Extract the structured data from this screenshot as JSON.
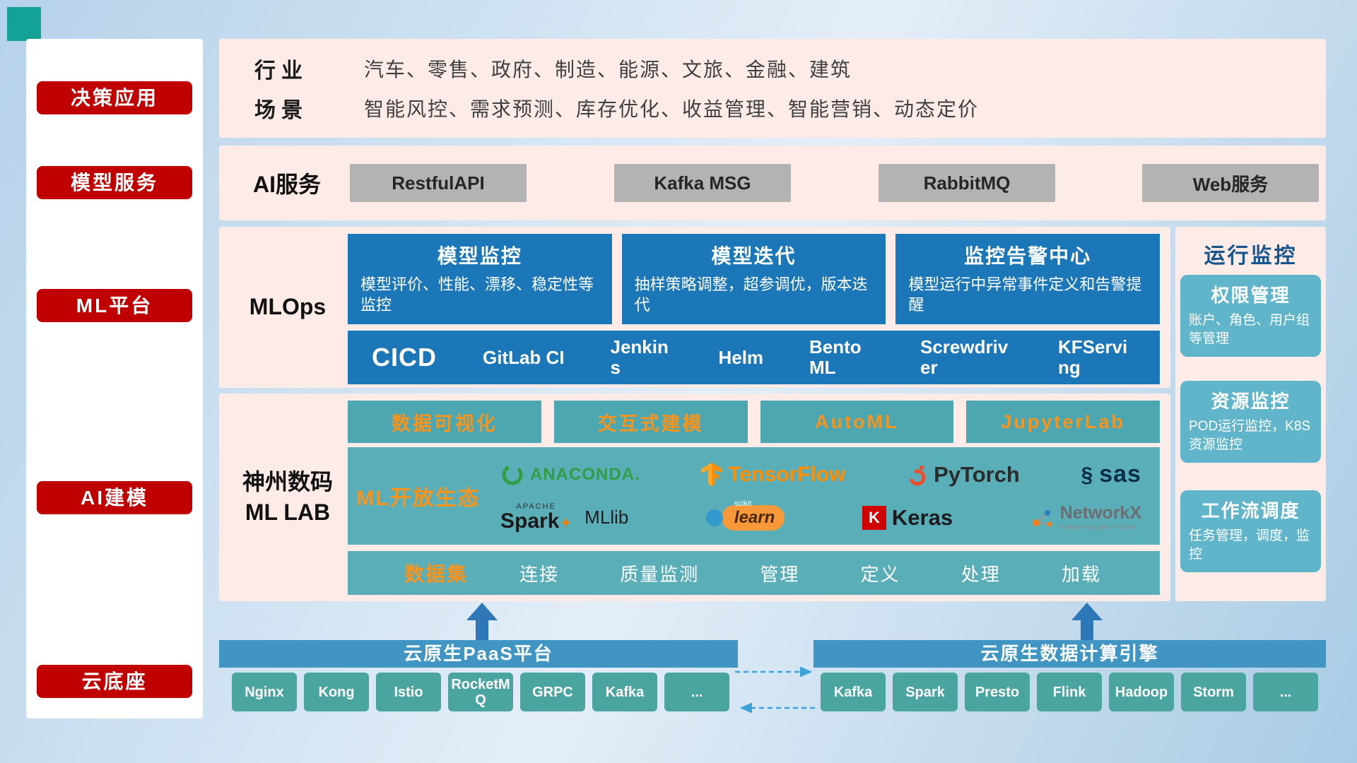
{
  "colors": {
    "accent_red": "#c00000",
    "panel_pink": "#fcebe7",
    "card_blue": "#1b77b7",
    "teal": "#4da7b0",
    "eco_teal": "#5aaeb8",
    "monitor_card": "#60b5cb",
    "header_blue": "#4095c2",
    "button_teal": "#4aa5a1",
    "orange_accent": "#f7941d",
    "corner_teal": "#13a295"
  },
  "sidebar": {
    "items": [
      {
        "label": "决策应用"
      },
      {
        "label": "模型服务"
      },
      {
        "label": "ML平台"
      },
      {
        "label": "AI建模"
      },
      {
        "label": "云底座"
      }
    ]
  },
  "industry_panel": {
    "rows": [
      {
        "label": "行业",
        "value": "汽车、零售、政府、制造、能源、文旅、金融、建筑"
      },
      {
        "label": "场景",
        "value": "智能风控、需求预测、库存优化、收益管理、智能营销、动态定价"
      }
    ]
  },
  "ai_service_panel": {
    "label": "AI服务",
    "services": [
      "RestfulAPI",
      "Kafka MSG",
      "RabbitMQ",
      "Web服务"
    ]
  },
  "mlops_panel": {
    "label": "MLOps",
    "cards": [
      {
        "title": "模型监控",
        "desc": "模型评价、性能、漂移、稳定性等监控"
      },
      {
        "title": "模型迭代",
        "desc": "抽样策略调整，超参调优，版本迭代"
      },
      {
        "title": "监控告警中心",
        "desc": "模型运行中异常事件定义和告警提醒"
      }
    ],
    "cicd_label": "CICD",
    "cicd_tools": [
      "GitLab CI",
      "Jenkins",
      "Helm",
      "BentoML",
      "Screwdriver",
      "KFServing"
    ]
  },
  "mllab_panel": {
    "label_line1": "神州数码",
    "label_line2": "ML LAB",
    "tool_tabs": [
      "数据可视化",
      "交互式建模",
      "AutoML",
      "JupyterLab"
    ],
    "ecosystem_label": "ML开放生态",
    "logos": {
      "anaconda": "ANACONDA.",
      "tensorflow": "TensorFlow",
      "pytorch": "PyTorch",
      "sas_swirl": "§",
      "sas": "sas",
      "spark_small": "APACHE",
      "spark": "Spark",
      "spark_star": "✦",
      "mllib": "MLlib",
      "scikit_small": "scikit",
      "scikit": "learn",
      "keras_k": "K",
      "keras": "Keras",
      "networkx": "NetworkX",
      "networkx_tag": "Network Analysis in Python"
    },
    "dataset_label": "数据集",
    "dataset_items": [
      "连接",
      "质量监测",
      "管理",
      "定义",
      "处理",
      "加载"
    ]
  },
  "monitor_panel": {
    "title": "运行监控",
    "cards": [
      {
        "title": "权限管理",
        "desc": "账户、角色、用户组等管理"
      },
      {
        "title": "资源监控",
        "desc": "POD运行监控，K8S资源监控"
      },
      {
        "title": "工作流调度",
        "desc": "任务管理，调度，监控"
      }
    ]
  },
  "foundation": {
    "paas": {
      "title": "云原生PaaS平台",
      "items": [
        "Nginx",
        "Kong",
        "Istio",
        "RocketMQ",
        "GRPC",
        "Kafka",
        "..."
      ]
    },
    "engine": {
      "title": "云原生数据计算引擎",
      "items": [
        "Kafka",
        "Spark",
        "Presto",
        "Flink",
        "Hadoop",
        "Storm",
        "..."
      ]
    }
  }
}
